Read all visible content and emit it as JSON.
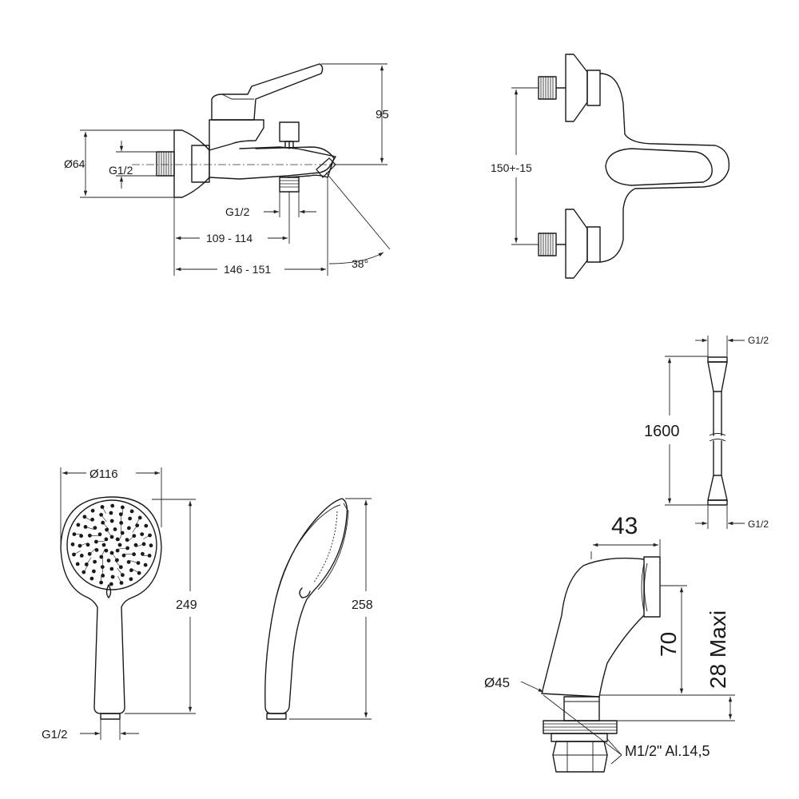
{
  "mixer_front": {
    "dim_height": "95",
    "dim_body_diameter": "Ø64",
    "dim_inlet_thread": "G1/2",
    "dim_outlet_thread": "G1/2",
    "dim_depth_short": "109 - 114",
    "dim_depth_long": "146 - 151",
    "dim_spout_angle": "38°"
  },
  "mixer_side": {
    "dim_centres": "150+-15"
  },
  "hose": {
    "dim_length": "1600",
    "dim_top_thread": "G1/2",
    "dim_bottom_thread": "G1/2"
  },
  "handshower_front": {
    "dim_head_diameter": "Ø116",
    "dim_length": "249",
    "dim_thread": "G1/2"
  },
  "handshower_side": {
    "dim_length": "258"
  },
  "elbow": {
    "dim_width": "43",
    "dim_height": "70",
    "dim_max_thickness": "28 Maxi",
    "dim_base_diameter": "Ø45",
    "dim_thread": "M1/2\" Al.14,5"
  }
}
